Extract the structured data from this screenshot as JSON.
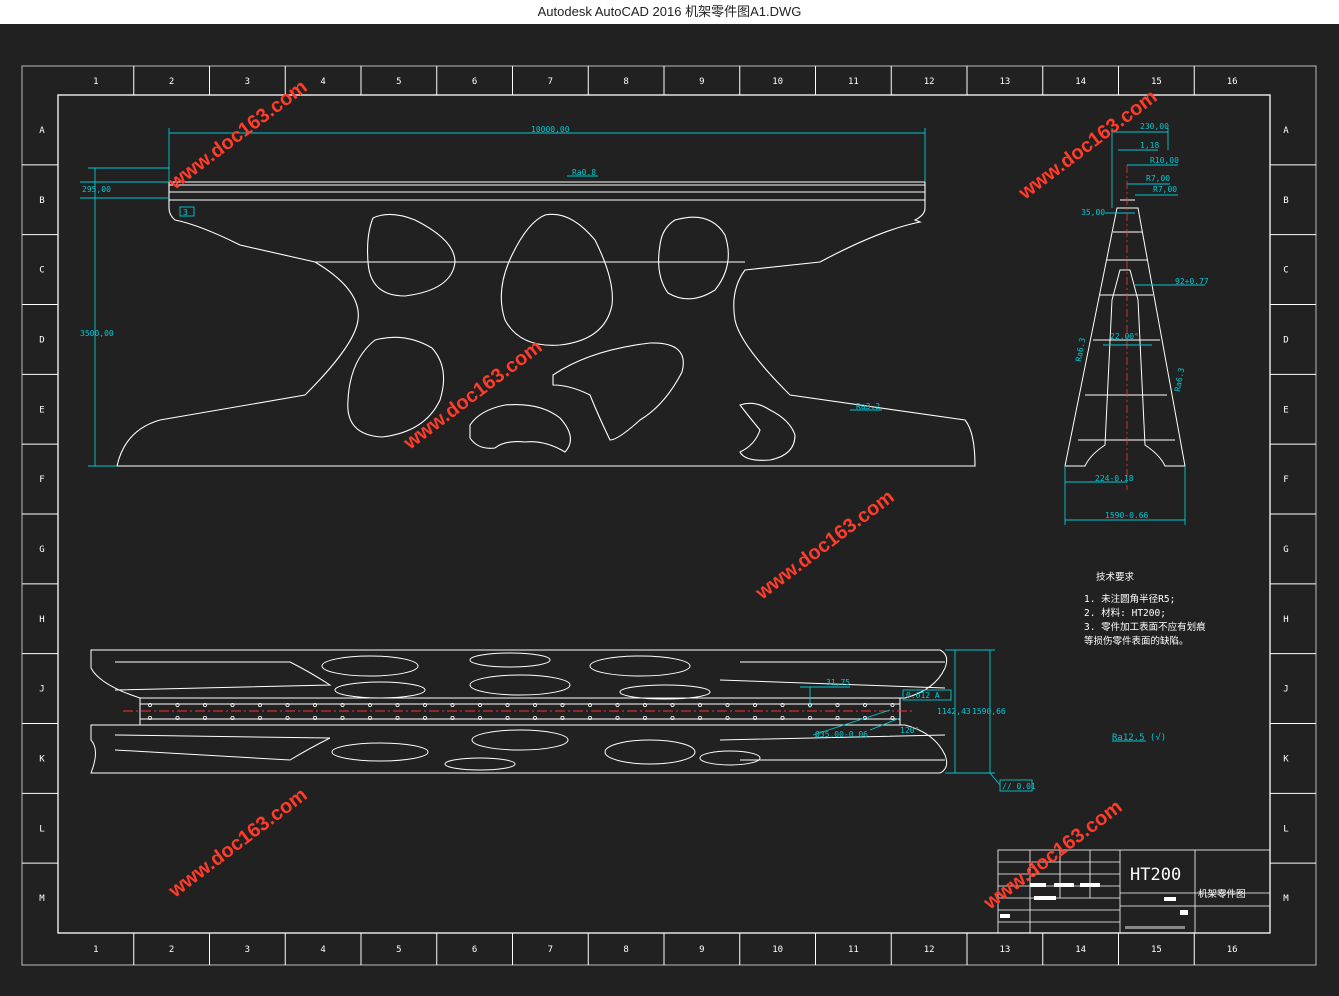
{
  "window": {
    "title": "Autodesk AutoCAD 2016     机架零件图A1.DWG"
  },
  "colors": {
    "background": "#212121",
    "outline": "#ffffff",
    "dimension": "#00c8d2",
    "centerline": "#ff3030",
    "watermark": "#ff3c2a"
  },
  "frame": {
    "col_labels": [
      "1",
      "2",
      "3",
      "4",
      "5",
      "6",
      "7",
      "8",
      "9",
      "10",
      "11",
      "12",
      "13",
      "14",
      "15",
      "16"
    ],
    "row_labels": [
      "A",
      "B",
      "C",
      "D",
      "E",
      "F",
      "G",
      "H",
      "J",
      "K",
      "L",
      "M"
    ]
  },
  "front_view": {
    "dim_length": "10000,00",
    "dim_height": "3500,00",
    "dim_top": "295,00",
    "roughness_top": "Ra0.8",
    "roughness_right": "Ra3.2",
    "datum_note": "3"
  },
  "side_view": {
    "dim_width_top": "230,00",
    "dim_1": "1,18",
    "dim_r10": "R10,00",
    "dim_r7a": "R7,00",
    "dim_r7b": "R7,00",
    "dim_35": "35,00",
    "dim_92": "92+0.77",
    "dim_22": "22,00°",
    "dim_r63_left": "Ra6.3",
    "dim_r63_right": "Ra6.3",
    "dim_224": "224-0.18",
    "dim_1590": "1590-0.66"
  },
  "tech_notes": {
    "heading": "技术要求",
    "lines": [
      "1. 未注圆角半径R5;",
      "2. 材料: HT200;",
      "3. 零件加工表面不应有划痕",
      "    等损伤零件表面的缺陷。"
    ]
  },
  "top_view": {
    "dim_3175": "31,75",
    "dim_hole": "Ø35,00-0.06",
    "dim_angle": "120°",
    "dim_1142": "1142,43",
    "dim_1590": "1590,66",
    "flatness": "0.012 A",
    "parallel": "// 0.01"
  },
  "roughness_general": "Ra12.5 (√)",
  "title_block": {
    "material": "HT200",
    "part_name": "机架零件图"
  },
  "watermark": {
    "text": "www.doc163.com"
  }
}
